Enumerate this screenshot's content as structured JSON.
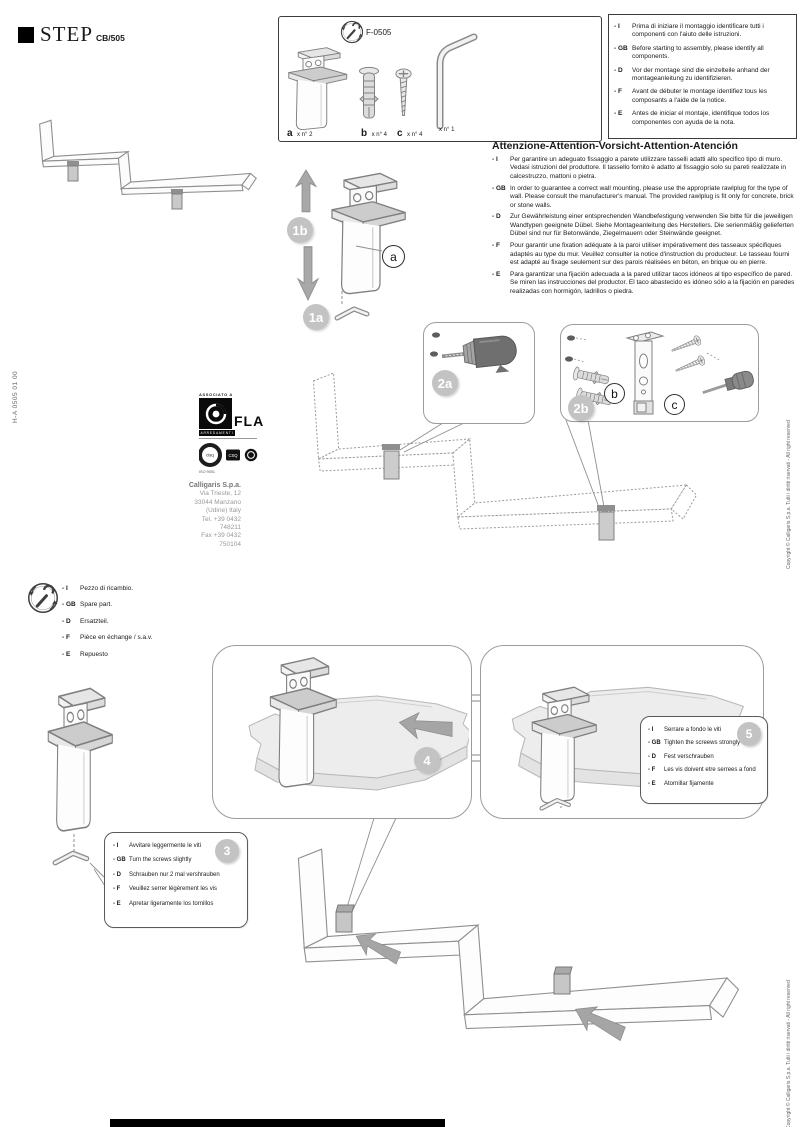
{
  "header": {
    "title": "STEP",
    "model": "CB/505"
  },
  "parts_box": {
    "code": "F-0505",
    "parts": [
      {
        "letter": "a",
        "qty": "x n° 2"
      },
      {
        "letter": "b",
        "qty": "x n° 4"
      },
      {
        "letter": "c",
        "qty": "x n° 4"
      },
      {
        "letter": "",
        "qty": "x n° 1"
      }
    ]
  },
  "identify": {
    "items": [
      {
        "lang": "- I",
        "text": "Prima di iniziare il montaggio identificare tutti i componenti con l'aiuto delle istruzioni."
      },
      {
        "lang": "- GB",
        "text": "Before starting to assembly, please identify all components."
      },
      {
        "lang": "- D",
        "text": "Vor der montage sind die einzelteile anhand der montageanleitung zu identifizieren."
      },
      {
        "lang": "- F",
        "text": "Avant de débuter le montage identifiez tous les composants a l'aide de la notice."
      },
      {
        "lang": "- E",
        "text": "Antes de iniciar el montaje, identifique todos los componentes con ayuda de la nota."
      }
    ]
  },
  "warning": {
    "title": "Attenzione-Attention-Vorsicht-Attention-Atención",
    "items": [
      {
        "lang": "- I",
        "text": "Per garantire un adeguato fissaggio a parete utilizzare tasselli adatti allo specifico tipo di muro. Vedasi istruzioni del produttore. Il tassello fornito è adatto al fissaggio solo su pareti realizzate in calcestruzzo, mattoni o pietra."
      },
      {
        "lang": "- GB",
        "text": "In order to guarantee a correct wall mounting, please use the appropriate rawlplug for the type of wall. Please consult the manufacturer's manual. The provided rawlplug is fit only for concrete, brick or stone walls."
      },
      {
        "lang": "- D",
        "text": "Zur Gewährleistung einer entsprechenden Wandbefestigung verwenden Sie bitte für die jeweiligen Wandtypen geeignete Dübel.  Siehe Montageanleitung des Herstellers. Die serienmäßig gelieferten Dübel sind nur für Betonwände, Ziegelmauern oder Steinwände geeignet."
      },
      {
        "lang": "- F",
        "text": "Pour garantir une fixation adéquate à la paroi utiliser impérativement des tasseaux spécifiques adaptés au type du mur. Veuillez consulter la notice d'instruction du producteur. Le tasseau fourni est adapté au fixage seulement sur des parois réalisées en béton, en brique ou en pierre."
      },
      {
        "lang": "- E",
        "text": "Para garantizar una fijación adecuada a la pared utilizar tacos idóneos al tipo específico de pared. Se miren las instrucciones del productor. El taco abastecido es idóneo sólo a la fijación en paredes realizadas con hormigón, ladrillos o piedra."
      }
    ]
  },
  "doc_code": "H-A 0505 01 00",
  "company": {
    "assoc_top": "ASSOCIATO A",
    "assoc_name": "FLA",
    "assoc_bar": "ARREDAMENTI",
    "cert_big": "cisq",
    "cert_square": "CSQ",
    "cert_caption": "ISO 9001",
    "name": "Calligaris S.p.a.",
    "lines": [
      "Via Trieste, 12",
      "33044 Manzano",
      "(Udine) Italy",
      "Tel. +39 0432 748211",
      "Fax +39 0432 750104"
    ]
  },
  "copyright": "Copyright © Calligaris S.p.a.  Tutti i diritti riservati - All right reserved",
  "spare": {
    "items": [
      {
        "lang": "- I",
        "text": "Pezzo di ricambio."
      },
      {
        "lang": "- GB",
        "text": "Spare part."
      },
      {
        "lang": "- D",
        "text": "Ersatzteil."
      },
      {
        "lang": "- F",
        "text": "Pièce en échange / s.a.v."
      },
      {
        "lang": "- E",
        "text": "Repuesto"
      }
    ]
  },
  "badges": {
    "b1a": "1a",
    "b1b": "1b",
    "b2a": "2a",
    "b2b": "2b",
    "b3": "3",
    "b4": "4",
    "b5": "5"
  },
  "labels": {
    "a": "a",
    "b": "b",
    "c": "c"
  },
  "step3": {
    "items": [
      {
        "lang": "- I",
        "text": "Avvitare leggermente le viti"
      },
      {
        "lang": "- GB",
        "text": "Turn the screws slightly"
      },
      {
        "lang": "- D",
        "text": "Schrauben nur 2 mal vershrauben"
      },
      {
        "lang": "- F",
        "text": "Veuillez serrer légèrement les vis"
      },
      {
        "lang": "- E",
        "text": "Apretar ligeramente los tornillos"
      }
    ]
  },
  "step5": {
    "items": [
      {
        "lang": "- I",
        "text": "Serrare a fondo le viti"
      },
      {
        "lang": "- GB",
        "text": "Tighten the screews strongly"
      },
      {
        "lang": "- D",
        "text": "Fest verschrauben"
      },
      {
        "lang": "- F",
        "text": "Les vis doivent etre serrees a fond"
      },
      {
        "lang": "- E",
        "text": "Atornillar fijamente"
      }
    ]
  },
  "icons": {
    "spare_part_icon": "wrench-in-circle",
    "allen_key_icon": "hex-key",
    "drill_icon": "power-drill",
    "screwdriver_icon": "screwdriver",
    "arrow_color": "#a5a5a5",
    "badge_color": "#c3c3c3",
    "line_color": "#8f8f8f"
  }
}
